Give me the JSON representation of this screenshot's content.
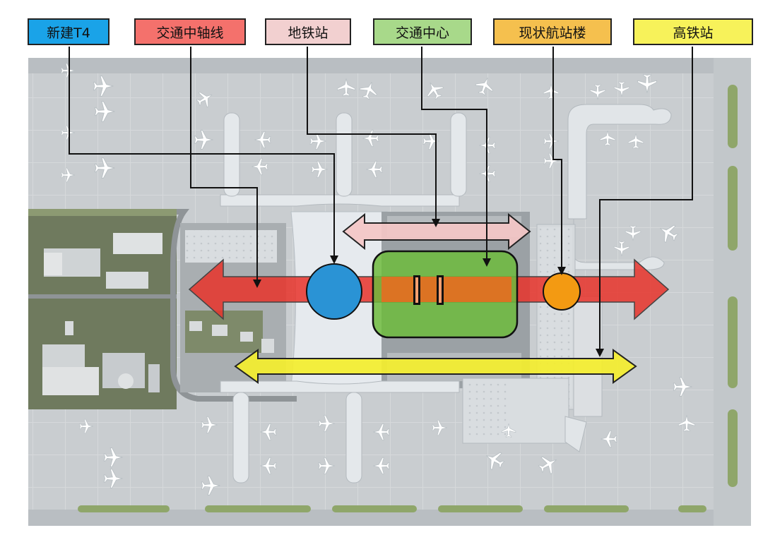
{
  "legend": [
    {
      "key": "t4",
      "label": "新建T4",
      "color": "#1aa3e8"
    },
    {
      "key": "axis",
      "label": "交通中轴线",
      "color": "#f4716c"
    },
    {
      "key": "metro",
      "label": "地铁站",
      "color": "#f2d0d0"
    },
    {
      "key": "hub",
      "label": "交通中心",
      "color": "#a8d98a"
    },
    {
      "key": "terminal",
      "label": "现状航站楼",
      "color": "#f5c04e"
    },
    {
      "key": "hsr",
      "label": "高铁站",
      "color": "#f7f25a"
    }
  ],
  "colors": {
    "axis_arrow": "#e8332a",
    "metro_arrow": "#f4c6c6",
    "hub_block": "#6dbb3c",
    "t4_circle": "#2a93d5",
    "terminal_circle": "#f39a12",
    "hsr_arrow": "#f4ee2e",
    "leader_line": "#111111"
  }
}
